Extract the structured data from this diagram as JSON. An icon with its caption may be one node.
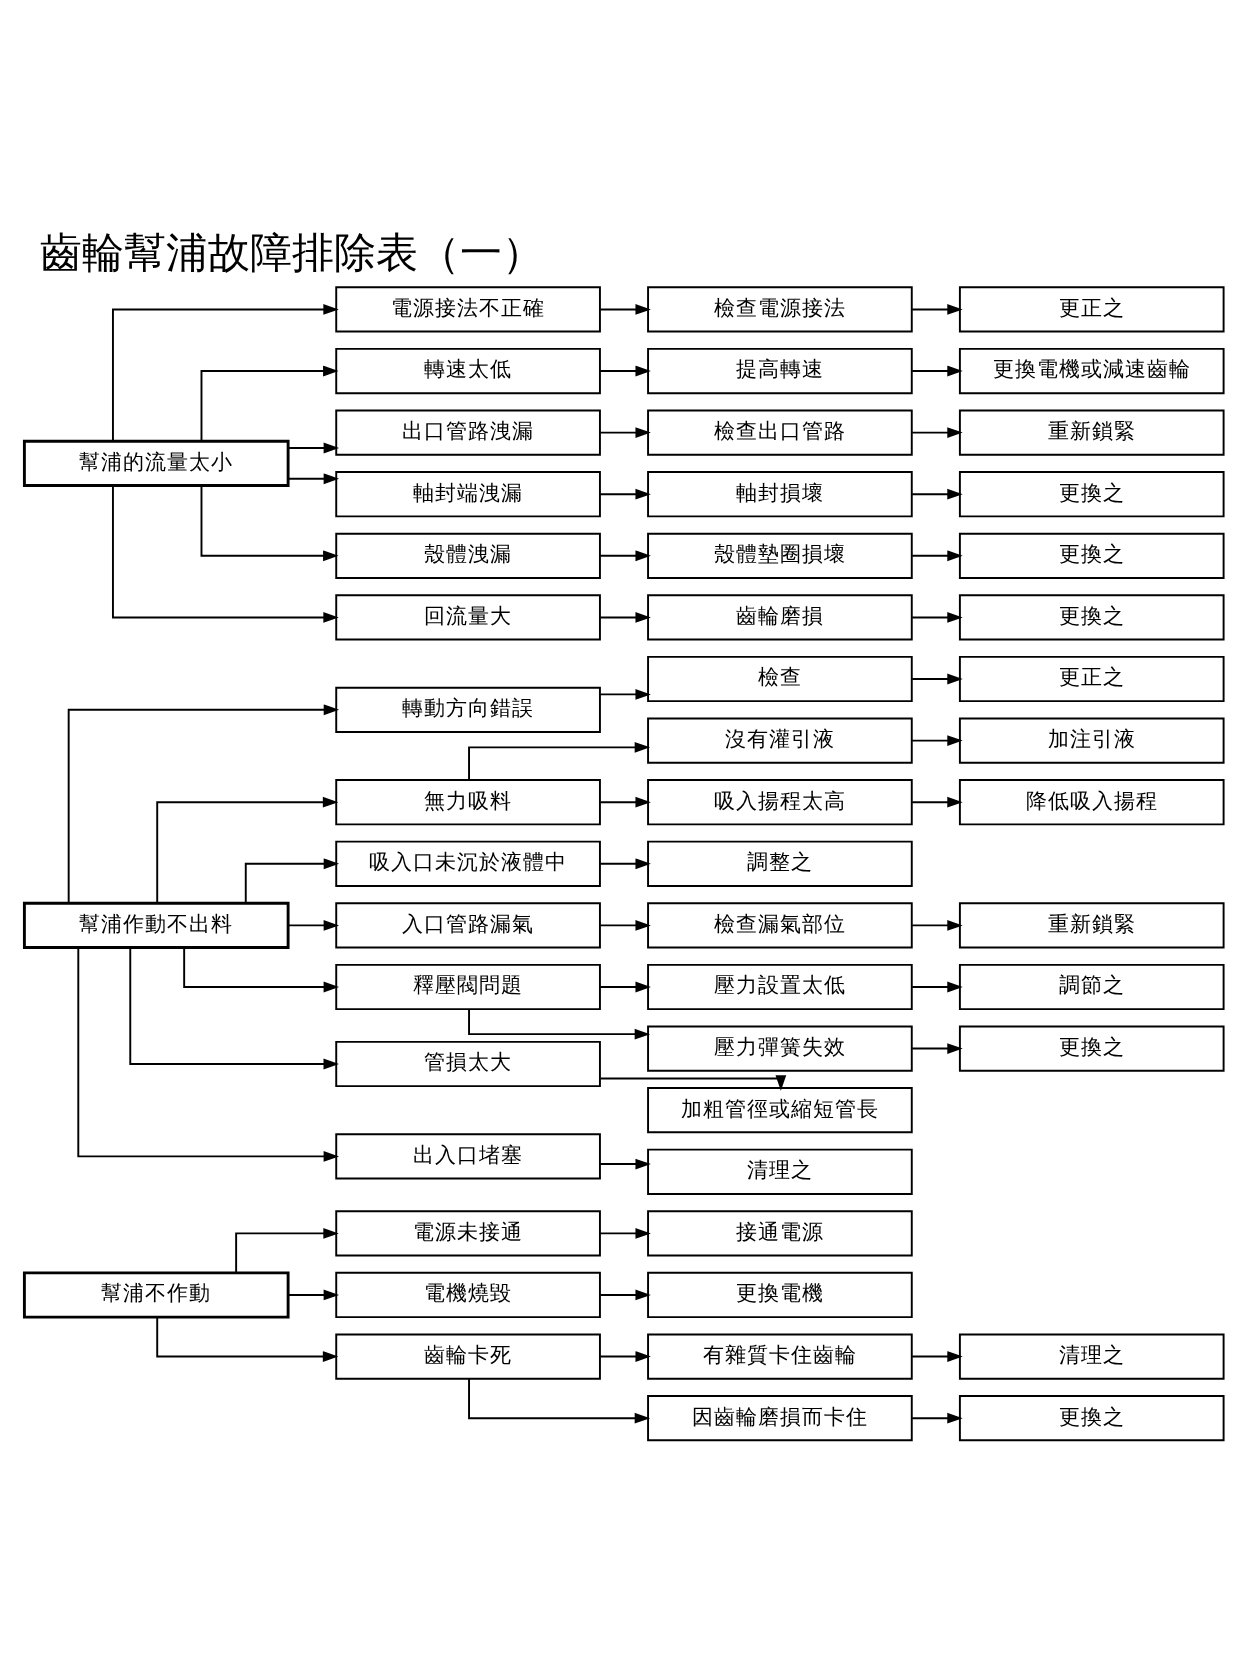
{
  "diagram": {
    "title": "齒輪幫浦故障排除表（一）",
    "nodes": [
      {
        "text": [
          "幫浦不作動"
        ]
      },
      {
        "text": [
          "電源未接通"
        ]
      },
      {
        "text": [
          "接通電源"
        ]
      },
      {
        "text": [
          "電機燒毀"
        ]
      },
      {
        "text": [
          "更換電機"
        ]
      },
      {
        "text": [
          "齒輪卡死"
        ]
      },
      {
        "text": [
          "有雜質卡住齒輪"
        ]
      },
      {
        "text": [
          "清理之"
        ]
      },
      {
        "text": [
          "因齒輪磨損而卡住"
        ]
      },
      {
        "text": [
          "更換之"
        ]
      },
      {
        "text": [
          "幫浦作動不出料"
        ]
      },
      {
        "text": [
          "轉動方向錯誤"
        ]
      },
      {
        "text": [
          "檢查"
        ]
      },
      {
        "text": [
          "更正之"
        ]
      },
      {
        "text": [
          "無力吸料"
        ]
      },
      {
        "text": [
          "沒有灌引液"
        ]
      },
      {
        "text": [
          "加注引液"
        ]
      },
      {
        "text": [
          "吸入揚程太高"
        ]
      },
      {
        "text": [
          "降低吸入揚程"
        ]
      },
      {
        "text": [
          "吸入口未沉於液體中"
        ]
      },
      {
        "text": [
          "調整之"
        ]
      },
      {
        "text": [
          "入口管路漏氣"
        ]
      },
      {
        "text": [
          "檢查漏氣部位"
        ]
      },
      {
        "text": [
          "重新鎖緊"
        ]
      },
      {
        "text": [
          "釋壓閥問題"
        ]
      },
      {
        "text": [
          "壓力設置太低"
        ]
      },
      {
        "text": [
          "調節之"
        ]
      },
      {
        "text": [
          "壓力彈簧失效"
        ]
      },
      {
        "text": [
          "更換之"
        ]
      },
      {
        "text": [
          "管損太大"
        ]
      },
      {
        "text": [
          "加粗管徑或縮短管長"
        ]
      },
      {
        "text": [
          "出入口堵塞"
        ]
      },
      {
        "text": [
          "清理之"
        ]
      },
      {
        "text": [
          "幫浦的流量太小"
        ]
      },
      {
        "text": [
          "電源接法不正確"
        ]
      },
      {
        "text": [
          "檢查電源接法"
        ]
      },
      {
        "text": [
          "更正之"
        ]
      },
      {
        "text": [
          "轉速太低"
        ]
      },
      {
        "text": [
          "提高轉速"
        ]
      },
      {
        "text": [
          "更換電機或減速齒輪"
        ]
      },
      {
        "text": [
          "出口管路洩漏"
        ]
      },
      {
        "text": [
          "檢查出口管路"
        ]
      },
      {
        "text": [
          "重新鎖緊"
        ]
      },
      {
        "text": [
          "軸封端洩漏"
        ]
      },
      {
        "text": [
          "軸封損壞"
        ]
      },
      {
        "text": [
          "更換之"
        ]
      },
      {
        "text": [
          "殼體洩漏"
        ]
      },
      {
        "text": [
          "殼體墊圈損壞"
        ]
      },
      {
        "text": [
          "更換之"
        ]
      },
      {
        "text": [
          "回流量大"
        ]
      },
      {
        "text": [
          "齒輪磨損"
        ]
      },
      {
        "text": [
          "更換之"
        ]
      }
    ],
    "edges": [
      {
        "from": 0,
        "to": 1,
        "arrow": "to"
      },
      {
        "from": 1,
        "to": 2,
        "arrow": "to"
      },
      {
        "from": 0,
        "to": 3,
        "arrow": "to"
      },
      {
        "from": 3,
        "to": 4,
        "arrow": "to"
      },
      {
        "from": 0,
        "to": 5,
        "arrow": "to"
      },
      {
        "from": 5,
        "to": 6,
        "arrow": "to"
      },
      {
        "from": 6,
        "to": 7,
        "arrow": "to"
      },
      {
        "from": 5,
        "to": 8,
        "arrow": "to"
      },
      {
        "from": 8,
        "to": 9,
        "arrow": "to"
      },
      {
        "from": 10,
        "to": 11,
        "arrow": "to"
      },
      {
        "from": 11,
        "to": 12,
        "arrow": "to"
      },
      {
        "from": 12,
        "to": 13,
        "arrow": "to"
      },
      {
        "from": 10,
        "to": 14,
        "arrow": "to"
      },
      {
        "from": 14,
        "to": 15,
        "arrow": "to"
      },
      {
        "from": 15,
        "to": 16,
        "arrow": "to"
      },
      {
        "from": 14,
        "to": 17,
        "arrow": "to"
      },
      {
        "from": 17,
        "to": 18,
        "arrow": "to"
      },
      {
        "from": 10,
        "to": 19,
        "arrow": "to"
      },
      {
        "from": 19,
        "to": 20,
        "arrow": "to"
      },
      {
        "from": 10,
        "to": 21,
        "arrow": "to"
      },
      {
        "from": 21,
        "to": 22,
        "arrow": "to"
      },
      {
        "from": 22,
        "to": 23,
        "arrow": "to"
      },
      {
        "from": 10,
        "to": 24,
        "arrow": "to"
      },
      {
        "from": 24,
        "to": 25,
        "arrow": "to"
      },
      {
        "from": 25,
        "to": 26,
        "arrow": "to"
      },
      {
        "from": 24,
        "to": 27,
        "arrow": "to"
      },
      {
        "from": 27,
        "to": 28,
        "arrow": "to"
      },
      {
        "from": 10,
        "to": 29,
        "arrow": "to"
      },
      {
        "from": 29,
        "to": 30,
        "arrow": "to"
      },
      {
        "from": 10,
        "to": 31,
        "arrow": "to"
      },
      {
        "from": 31,
        "to": 32,
        "arrow": "to"
      },
      {
        "from": 33,
        "to": 34,
        "arrow": "to"
      },
      {
        "from": 34,
        "to": 35,
        "arrow": "to"
      },
      {
        "from": 35,
        "to": 36,
        "arrow": "to"
      },
      {
        "from": 33,
        "to": 37,
        "arrow": "to"
      },
      {
        "from": 37,
        "to": 38,
        "arrow": "to"
      },
      {
        "from": 38,
        "to": 39,
        "arrow": "to"
      },
      {
        "from": 33,
        "to": 40,
        "arrow": "to"
      },
      {
        "from": 40,
        "to": 41,
        "arrow": "to"
      },
      {
        "from": 41,
        "to": 42,
        "arrow": "to"
      },
      {
        "from": 33,
        "to": 43,
        "arrow": "to"
      },
      {
        "from": 43,
        "to": 44,
        "arrow": "to"
      },
      {
        "from": 44,
        "to": 45,
        "arrow": "to"
      },
      {
        "from": 33,
        "to": 46,
        "arrow": "to"
      },
      {
        "from": 46,
        "to": 47,
        "arrow": "to"
      },
      {
        "from": 47,
        "to": 48,
        "arrow": "to"
      },
      {
        "from": 33,
        "to": 49,
        "arrow": "to"
      },
      {
        "from": 49,
        "to": 50,
        "arrow": "to"
      },
      {
        "from": 50,
        "to": 51,
        "arrow": "to"
      }
    ]
  }
}
